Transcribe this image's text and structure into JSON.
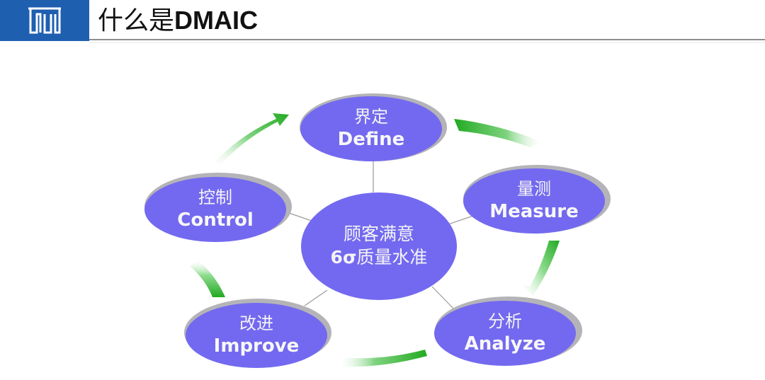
{
  "header": {
    "logo_icon": "building-pillars-icon",
    "title_prefix": "什么是",
    "title_suffix": "DMAIC",
    "logo_color": "#1f5fb0"
  },
  "diagram": {
    "center": {
      "line1": "顾客满意",
      "line2_prefix": "6σ",
      "line2_suffix": "质量水准"
    },
    "nodes": [
      {
        "id": "define",
        "cn": "界定",
        "en": "Define"
      },
      {
        "id": "measure",
        "cn": "量测",
        "en": "Measure"
      },
      {
        "id": "analyze",
        "cn": "分析",
        "en": "Analyze"
      },
      {
        "id": "improve",
        "cn": "改进",
        "en": "Improve"
      },
      {
        "id": "control",
        "cn": "控制",
        "en": "Control"
      }
    ],
    "colors": {
      "ellipse_fill": "#7369f0",
      "ellipse_shadow": "#b4b4b8",
      "arrow_green": "#2fb52f",
      "connector": "#9a9a9a"
    }
  }
}
